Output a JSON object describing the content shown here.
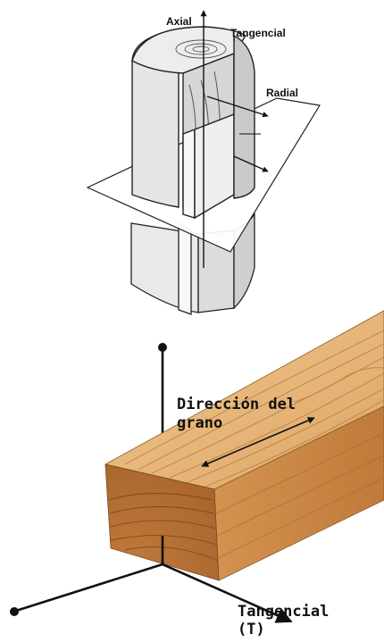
{
  "top_diagram": {
    "axial_label": "Axial",
    "tangential_label": "Tangencial",
    "radial_label": "Radial"
  },
  "bottom_diagram": {
    "grain_label_line1": "Dirección del",
    "grain_label_line2": "grano",
    "tangential_label_line1": "Tangencial",
    "tangential_label_line2": "(T)"
  },
  "colors": {
    "wood_top": "#e8b97a",
    "wood_front": "#c98a4a",
    "wood_end": "#b06a30",
    "line": "#111111"
  }
}
